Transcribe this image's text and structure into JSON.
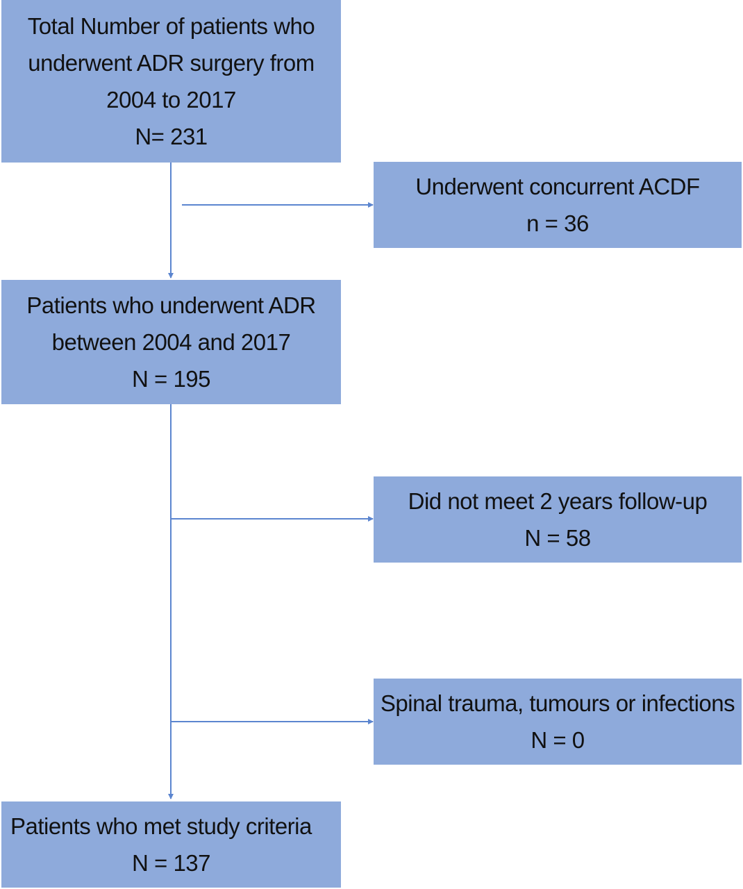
{
  "flowchart": {
    "total_box": {
      "line1": "Total Number of patients who",
      "line2": "underwent ADR surgery from",
      "line3": "2004 to 2017",
      "count": "N= 231"
    },
    "acdf_box": {
      "line1": "Underwent concurrent ACDF",
      "count": "n = 36"
    },
    "adr_box": {
      "line1": "Patients who underwent ADR",
      "line2": "between 2004 and 2017",
      "count": "N = 195"
    },
    "followup_box": {
      "line1": "Did not meet 2 years follow-up",
      "count": "N = 58"
    },
    "trauma_box": {
      "line1": "Spinal trauma, tumours or infections",
      "count": "N = 0"
    },
    "final_box": {
      "line1": "Patients who met study criteria",
      "count": "N = 137"
    }
  },
  "colors": {
    "box_fill": "#8eaadb",
    "connector": "#5b85cf",
    "text": "#111111"
  }
}
